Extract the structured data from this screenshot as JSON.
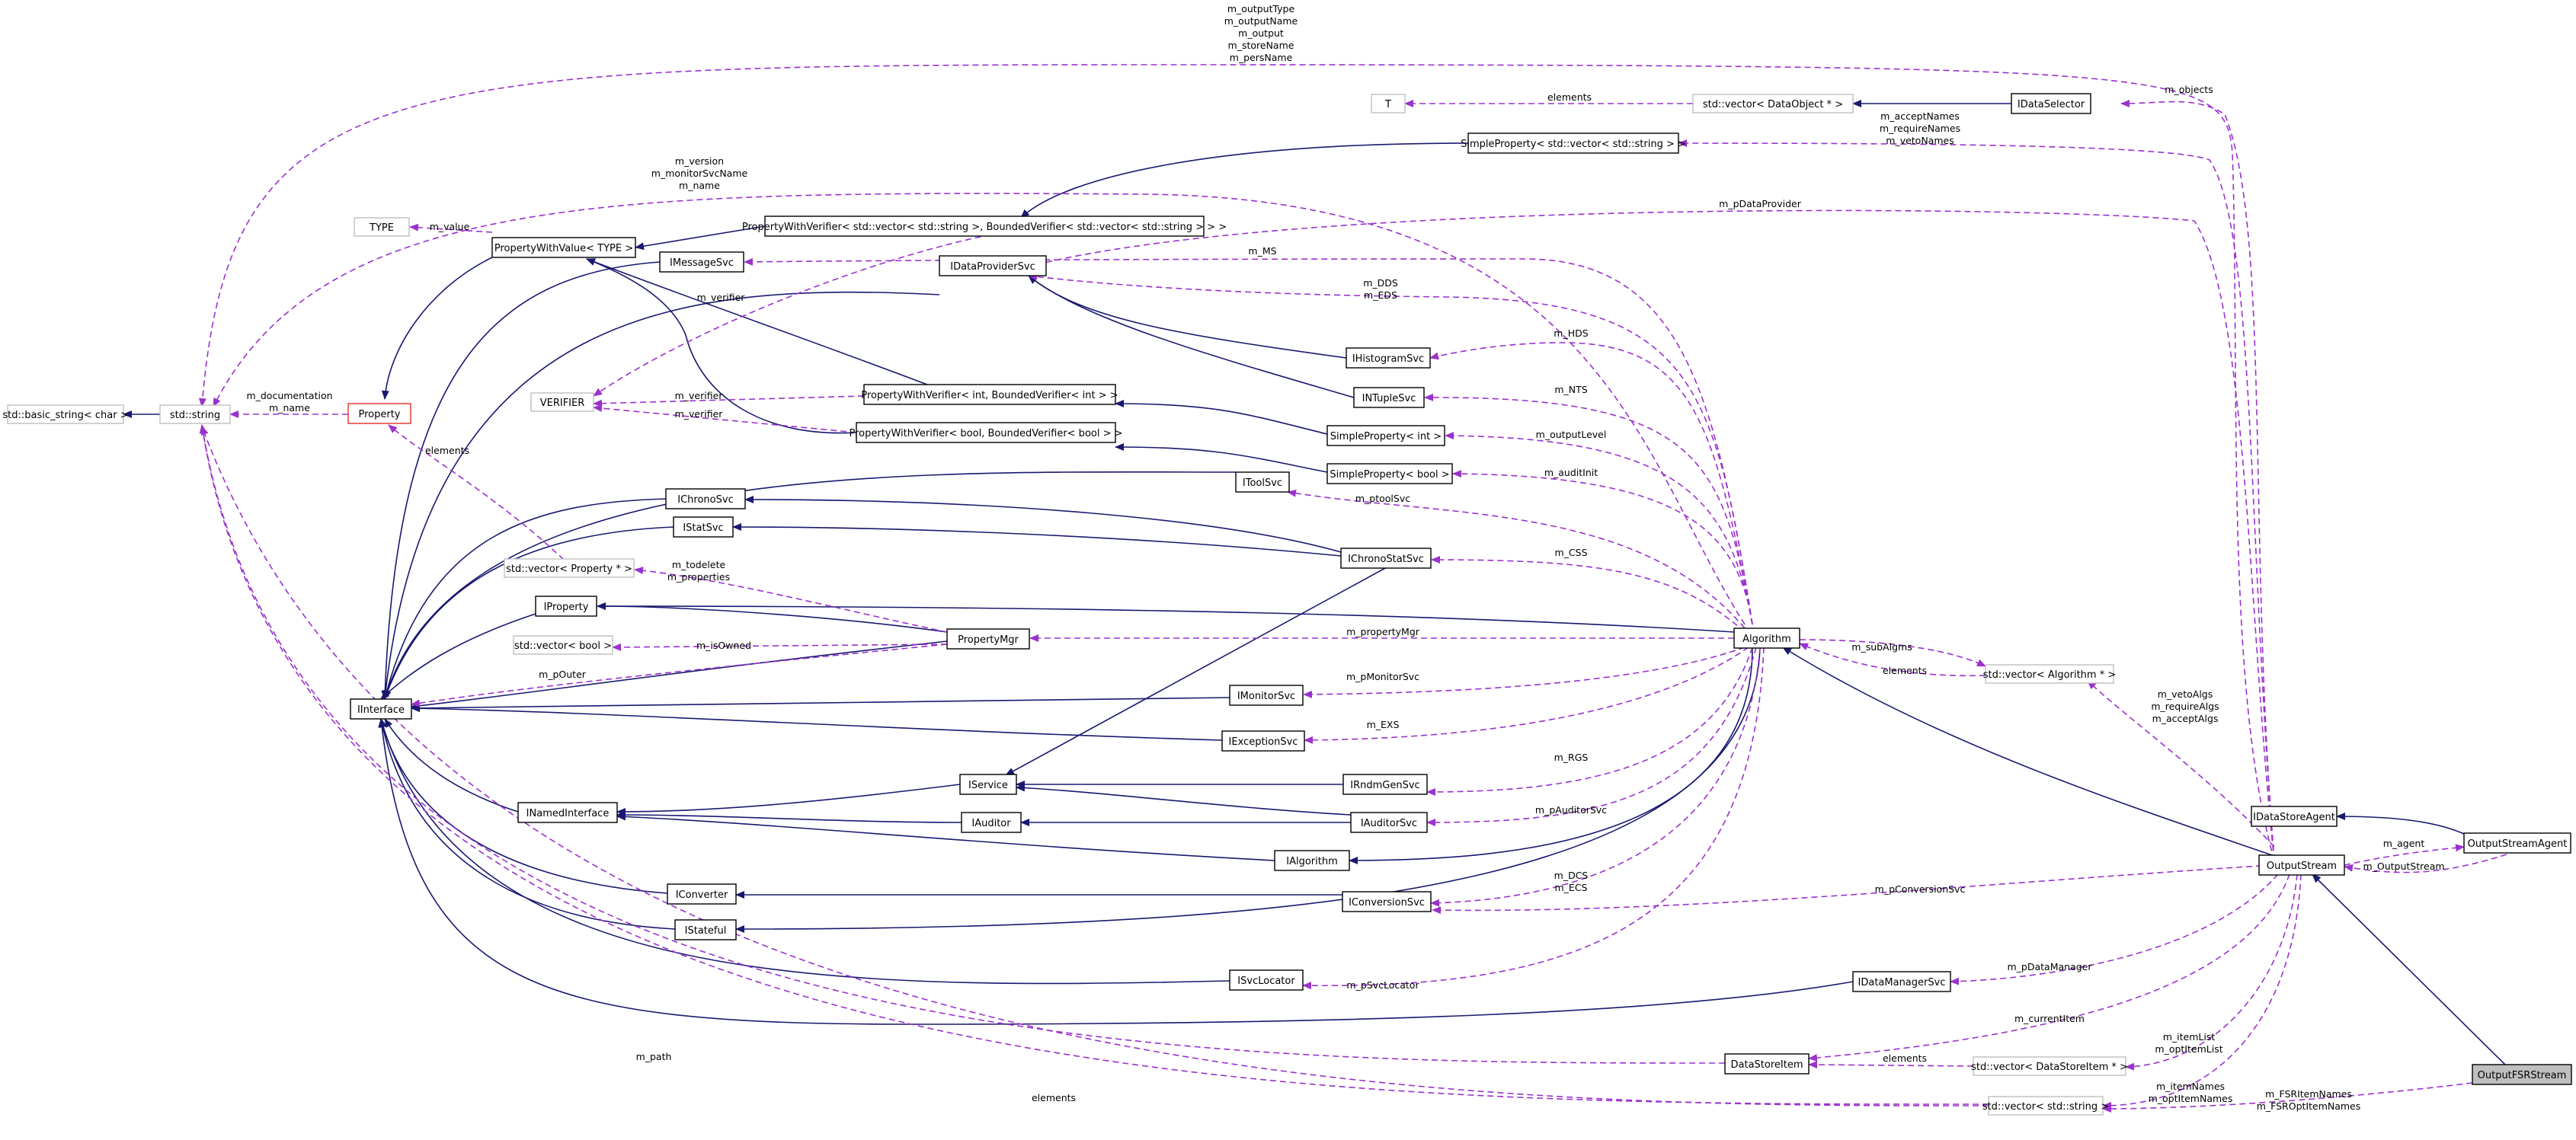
{
  "nodes": {
    "basic_string": "std::basic_string< char >",
    "string": "std::string",
    "property": "Property",
    "type_t": "TYPE",
    "verifier": "VERIFIER",
    "pwv": "PropertyWithValue< TYPE >",
    "imessagesvc": "IMessageSvc",
    "pwv_vec": "PropertyWithVerifier< std::vector< std::string >, BoundedVerifier< std::vector< std::string > > >",
    "simple_vec": "SimpleProperty< std::vector< std::string > >",
    "t_t": "T",
    "vec_dataobject": "std::vector< DataObject * >",
    "idataselector": "IDataSelector",
    "idataprovidersvc": "IDataProviderSvc",
    "ihistogramsvc": "IHistogramSvc",
    "intuplesvc": "INTupleSvc",
    "pwv_int": "PropertyWithVerifier< int, BoundedVerifier< int > >",
    "pwv_bool": "PropertyWithVerifier< bool, BoundedVerifier< bool > >",
    "simple_int": "SimpleProperty< int >",
    "simple_bool": "SimpleProperty< bool >",
    "itoolsvc": "IToolSvc",
    "ichronosvc": "IChronoSvc",
    "istatsvc": "IStatSvc",
    "ichronostatsvc": "IChronoStatSvc",
    "vec_property": "std::vector< Property * >",
    "iproperty": "IProperty",
    "vec_bool": "std::vector< bool >",
    "propertymgr": "PropertyMgr",
    "algorithm": "Algorithm",
    "vec_algorithm": "std::vector< Algorithm * >",
    "iinterface": "IInterface",
    "imonitorsvc": "IMonitorSvc",
    "iexceptionsvc": "IExceptionSvc",
    "iservice": "IService",
    "irndmgensvc": "IRndmGenSvc",
    "inamedinterface": "INamedInterface",
    "iauditor": "IAuditor",
    "iauditorsvc": "IAuditorSvc",
    "ialgorithm": "IAlgorithm",
    "iconverter": "IConverter",
    "iconversionsvc": "IConversionSvc",
    "istateful": "IStateful",
    "isvclocator": "ISvcLocator",
    "idatamanagersvc": "IDataManagerSvc",
    "datastoreitem": "DataStoreItem",
    "vec_datastoreitem": "std::vector< DataStoreItem * >",
    "vec_string": "std::vector< std::string >",
    "idatastoreagent": "IDataStoreAgent",
    "outputstream": "OutputStream",
    "outputstreamagent": "OutputStreamAgent",
    "outputfsrstream": "OutputFSRStream"
  },
  "edge_labels": {
    "string_to_outputstream": [
      "m_outputType",
      "m_outputName",
      "m_output",
      "m_storeName",
      "m_persName"
    ],
    "string_to_algorithm": [
      "m_version",
      "m_monitorSvcName",
      "m_name"
    ],
    "string_to_property": [
      "m_documentation",
      "m_name"
    ],
    "objects": [
      "m_objects"
    ],
    "vec_dataobject_elements": [
      "elements"
    ],
    "simple_vec_names": [
      "m_acceptNames",
      "m_requireNames",
      "m_vetoNames"
    ],
    "type_value": [
      "m_value"
    ],
    "pdataprovider": [
      "m_pDataProvider"
    ],
    "ms": [
      "m_MS"
    ],
    "dds_eds": [
      "m_DDS",
      "m_EDS"
    ],
    "hds": [
      "m_HDS"
    ],
    "nts": [
      "m_NTS"
    ],
    "verifier_int": [
      "m_verifier"
    ],
    "verifier_vec": [
      "m_verifier"
    ],
    "verifier_bool": [
      "m_verifier"
    ],
    "outputlevel": [
      "m_outputLevel"
    ],
    "auditinit": [
      "m_auditInit"
    ],
    "ptoolsvc": [
      "m_ptoolSvc"
    ],
    "vec_property_elements": [
      "elements"
    ],
    "css": [
      "m_CSS"
    ],
    "todelete": [
      "m_todelete",
      "m_properties"
    ],
    "propertymgr_edge": [
      "m_propertyMgr"
    ],
    "isowned": [
      "m_isOwned"
    ],
    "pouter": [
      "m_pOuter"
    ],
    "subalgms": [
      "m_subAlgms"
    ],
    "vec_algorithm_elements": [
      "elements"
    ],
    "veto_algs": [
      "m_vetoAlgs",
      "m_requireAlgs",
      "m_acceptAlgs"
    ],
    "pmonitorsvc": [
      "m_pMonitorSvc"
    ],
    "exs": [
      "m_EXS"
    ],
    "rgs": [
      "m_RGS"
    ],
    "pauditorsvc": [
      "m_pAuditorSvc"
    ],
    "agent": [
      "m_agent"
    ],
    "outputstream_back": [
      "m_OutputStream"
    ],
    "dcs_ecs": [
      "m_DCS",
      "m_ECS"
    ],
    "pconversionsvc": [
      "m_pConversionSvc"
    ],
    "psvclocator": [
      "m_pSvcLocator"
    ],
    "pdatamanager": [
      "m_pDataManager"
    ],
    "currentitem": [
      "m_currentItem"
    ],
    "path": [
      "m_path"
    ],
    "vec_datastoreitem_elements": [
      "elements"
    ],
    "itemlist": [
      "m_itemList",
      "m_optItemList"
    ],
    "vec_string_elements": [
      "elements"
    ],
    "itemnames": [
      "m_itemNames",
      "m_optItemNames"
    ],
    "fsritemnames": [
      "m_FSRItemNames",
      "m_FSROptItemNames"
    ]
  }
}
